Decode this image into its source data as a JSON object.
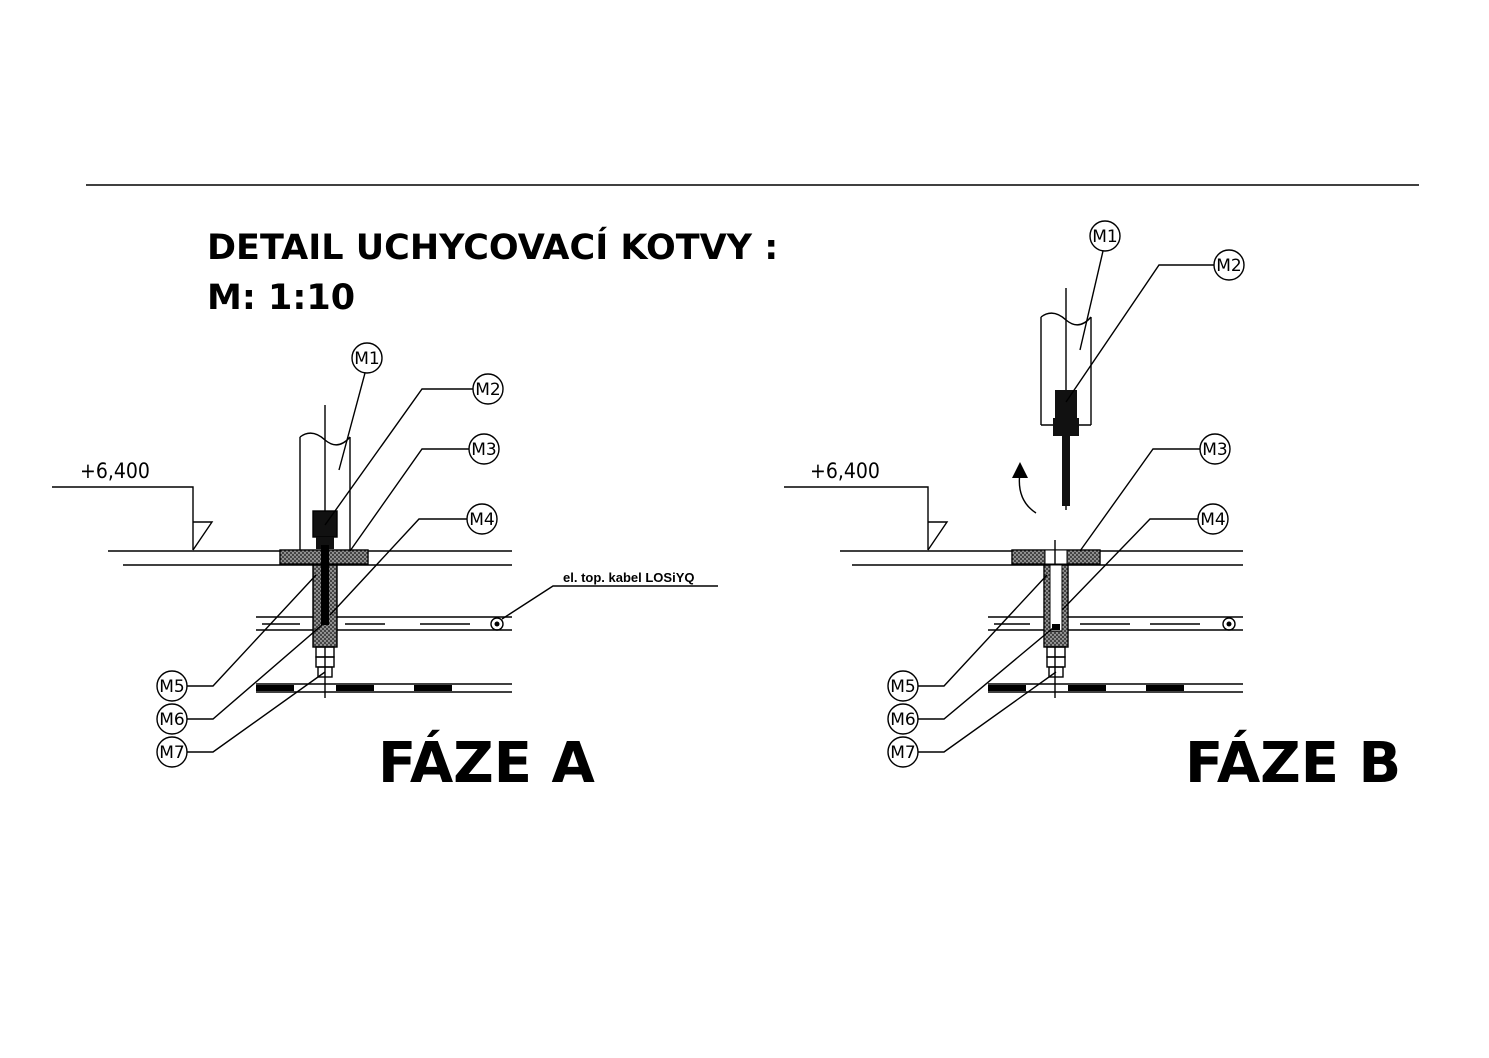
{
  "title": {
    "line1": "DETAIL UCHYCOVACÍ KOTVY :",
    "line2": "M: 1:10"
  },
  "phase_a": {
    "label": "FÁZE A",
    "elevation": "+6,400",
    "cable_note": "el. top. kabel LOSiYQ",
    "markers": {
      "m1": "M1",
      "m2": "M2",
      "m3": "M3",
      "m4": "M4",
      "m5": "M5",
      "m6": "M6",
      "m7": "M7"
    }
  },
  "phase_b": {
    "label": "FÁZE B",
    "elevation": "+6,400",
    "markers": {
      "m1": "M1",
      "m2": "M2",
      "m3": "M3",
      "m4": "M4",
      "m5": "M5",
      "m6": "M6",
      "m7": "M7"
    }
  },
  "colors": {
    "ink": "#000000",
    "paper": "#ffffff",
    "hatch": "#444444"
  }
}
